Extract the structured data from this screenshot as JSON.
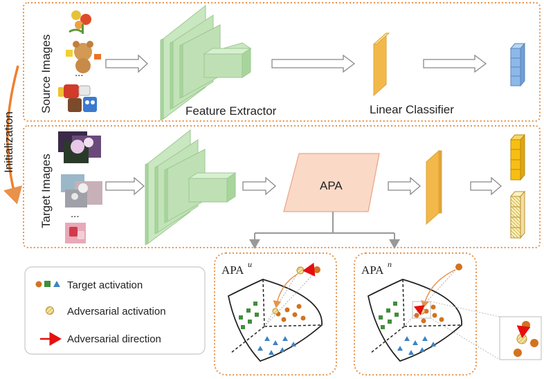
{
  "labels": {
    "initialization": "Initialization",
    "source_images": "Source Images",
    "target_images": "Target Images",
    "feature_extractor": "Feature Extractor",
    "linear_classifier": "Linear Classifier",
    "apa": "APA",
    "ellipsis_top": "...",
    "ellipsis_bottom": "..."
  },
  "legend": {
    "target_activation": "Target activation",
    "adversarial_activation": "Adversarial activation",
    "adversarial_direction": "Adversarial direction"
  },
  "panels": {
    "left_title": "APA",
    "left_sup": "u",
    "right_title": "APA",
    "right_sup": "n"
  },
  "colors": {
    "dotted_border": "#e8924a",
    "extractor_fill": "#c9e7c0",
    "classifier_fill": "#f9cf6e",
    "apa_fill": "#fbd9c7",
    "blue_output": "#8db8ea",
    "yellow_output": "#f7bf14",
    "green_point": "#3f8f3a",
    "orange_point": "#d2731f",
    "blue_point": "#3d82c4",
    "red_arrow": "#e60f0f"
  }
}
